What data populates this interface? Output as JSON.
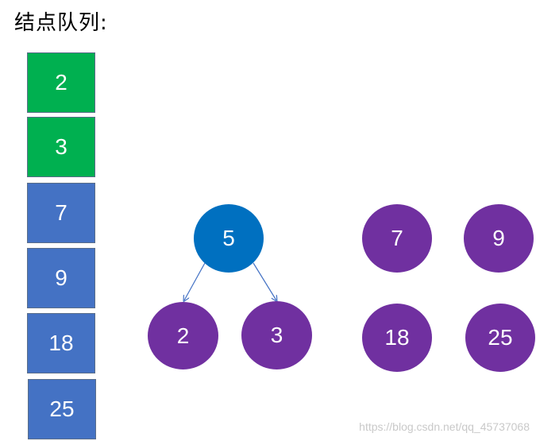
{
  "title": "结点队列:",
  "colors": {
    "queue_green": "#00b050",
    "queue_blue": "#4472c4",
    "node_blue": "#0070c0",
    "node_purple": "#7030a0",
    "arrow": "#4472c4"
  },
  "queue": [
    {
      "label": "2",
      "color": "green"
    },
    {
      "label": "3",
      "color": "green"
    },
    {
      "label": "7",
      "color": "blue"
    },
    {
      "label": "9",
      "color": "blue"
    },
    {
      "label": "18",
      "color": "blue"
    },
    {
      "label": "25",
      "color": "blue"
    }
  ],
  "tree": {
    "root": "5",
    "left_child": "2",
    "right_child": "3"
  },
  "forest": [
    "7",
    "9",
    "18",
    "25"
  ],
  "watermark": "https://blog.csdn.net/qq_45737068"
}
